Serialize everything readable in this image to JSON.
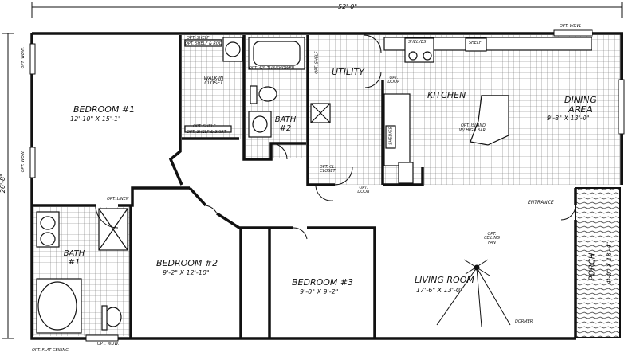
{
  "overall": {
    "width": "52'-0\"",
    "depth": "26'-8\""
  },
  "rooms": {
    "bedroom1": {
      "name": "BEDROOM #1",
      "size": "12'-10\" X 15'-1\""
    },
    "bedroom2": {
      "name": "BEDROOM #2",
      "size": "9'-2\" X 12'-10\""
    },
    "bedroom3": {
      "name": "BEDROOM #3",
      "size": "9'-0\" X 9'-2\""
    },
    "living": {
      "name": "LIVING ROOM",
      "size": "17'-6\" X 13'-0\""
    },
    "dining": {
      "name": "DINING AREA",
      "size": "9'-8\" X 13'-0\""
    },
    "kitchen": {
      "name": "KITCHEN"
    },
    "utility": {
      "name": "UTILITY"
    },
    "bath1": {
      "name": "BATH #1"
    },
    "bath2": {
      "name": "BATH #2"
    },
    "closet": {
      "name": "WALK-IN CLOSET"
    },
    "porch": {
      "name": "PORCH",
      "size": "4'-0\" X 13'-4\""
    }
  },
  "notes": {
    "opt_wdw": "OPT. WDW.",
    "opt_shelf_top": "OPT. SHELF",
    "opt_shelf_top2": "OPT. SHELF & ROD",
    "opt_shelf_bottom": "OPT. SHELF",
    "opt_shelf_bottom2": "OPT. SHELF & SKIRT",
    "shower": "OPT. 42\" TUB/SHOWER",
    "opt_shelf_util": "OPT. SHELF",
    "opt_door": "OPT. DOOR",
    "opt_door2": "OPT. DOOR",
    "opt_closet": "OPT. CL. CLOSET",
    "island": "OPT. ISLAND",
    "island2": "W/ HIGH BAR",
    "linen": "OPT. LINEN",
    "shelf_k": "SHELF",
    "ceiling_fan": "OPT. CEILING FAN",
    "ceiling_fan2": "CEILING",
    "ceiling_fan3": "FAN",
    "entrance": "ENTRANCE",
    "dormer": "DORMER",
    "bottom_note": "OPT. FLAT CEILING",
    "shelves_a": "SHELVES",
    "shelves_b": "SHELVES"
  }
}
